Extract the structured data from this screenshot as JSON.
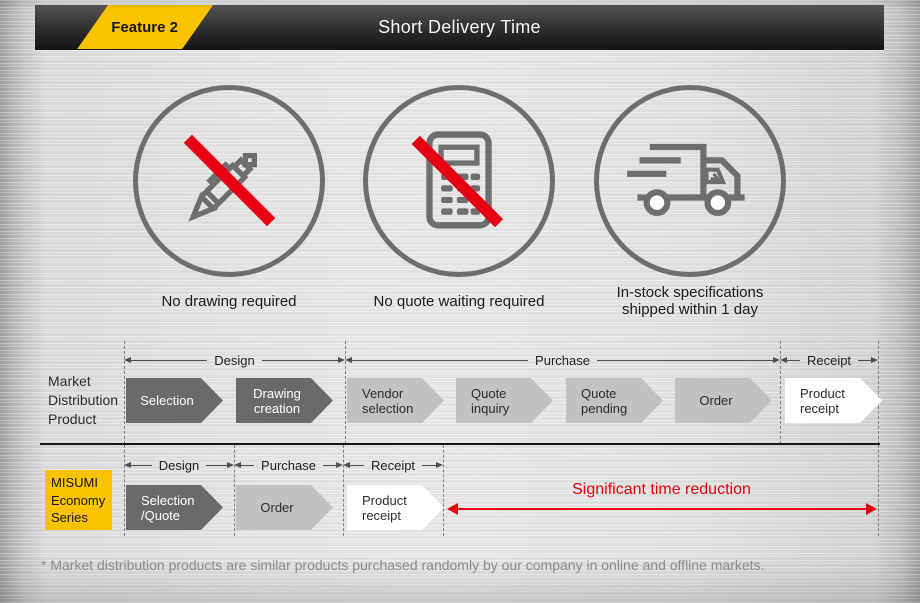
{
  "accent_colors": {
    "yellow": "#f9c301",
    "red": "#e60012",
    "dark_gray": "#6a6a6a",
    "light_gray": "#c2c2c2",
    "icon_gray": "#6e6e6e"
  },
  "header": {
    "feature_label": "Feature 2",
    "title": "Short Delivery Time"
  },
  "benefits": [
    {
      "icon": "pen-crossed-icon",
      "caption": "No drawing required"
    },
    {
      "icon": "calculator-crossed-icon",
      "caption": "No quote waiting required"
    },
    {
      "icon": "delivery-truck-icon",
      "caption": "In-stock specifications\nshipped within 1 day"
    }
  ],
  "market_row": {
    "label": "Market\nDistribution\nProduct",
    "phases": {
      "design": "Design",
      "purchase": "Purchase",
      "receipt": "Receipt"
    },
    "steps": [
      {
        "label": "Selection",
        "tone": "dark"
      },
      {
        "label": "Drawing\ncreation",
        "tone": "dark"
      },
      {
        "label": "Vendor\nselection",
        "tone": "light"
      },
      {
        "label": "Quote\ninquiry",
        "tone": "light"
      },
      {
        "label": "Quote\npending",
        "tone": "light"
      },
      {
        "label": "Order",
        "tone": "light"
      },
      {
        "label": "Product\nreceipt",
        "tone": "white"
      }
    ]
  },
  "misumi_row": {
    "label": "MISUMI\nEconomy\nSeries",
    "phases": {
      "design": "Design",
      "purchase": "Purchase",
      "receipt": "Receipt"
    },
    "steps": [
      {
        "label": "Selection\n/Quote",
        "tone": "dark"
      },
      {
        "label": "Order",
        "tone": "light"
      },
      {
        "label": "Product\nreceipt",
        "tone": "white"
      }
    ],
    "time_reduction_label": "Significant time reduction"
  },
  "footnote": "* Market distribution products are similar products purchased randomly by our company in online and offline markets."
}
